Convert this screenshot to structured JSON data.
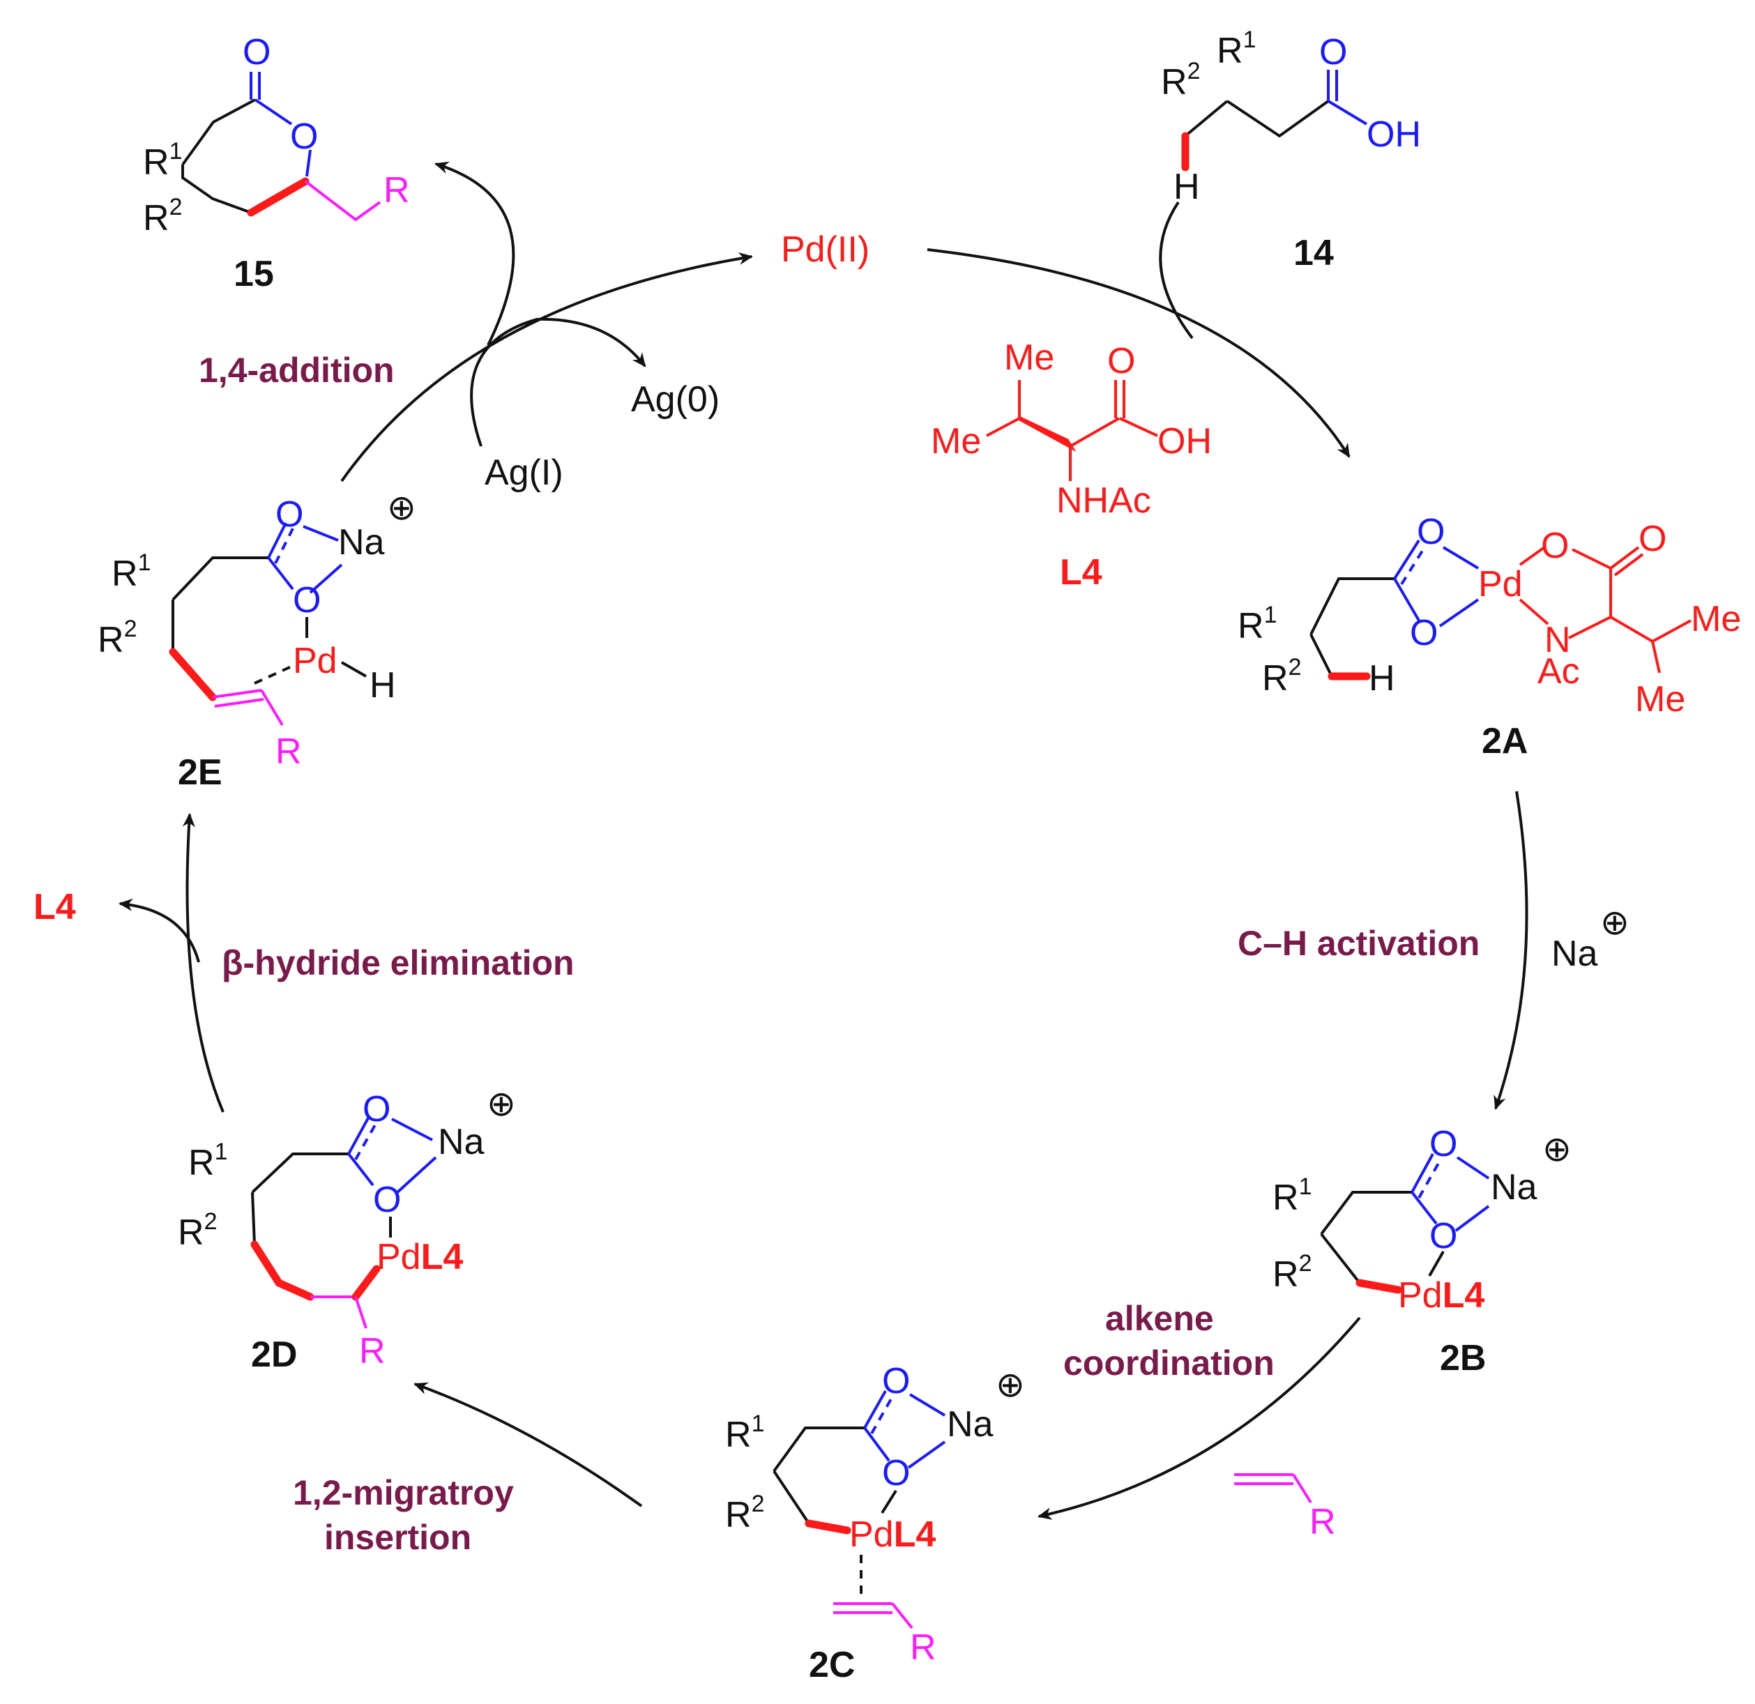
{
  "colors": {
    "black": "#111111",
    "blue": "#1a1aff",
    "red": "#ff1a1a",
    "magenta": "#ff1aff",
    "step": "#7a1a4a"
  },
  "steps": {
    "addition": "1,4-addition",
    "activation": "C–H activation",
    "coordination_1": "alkene",
    "coordination_2": "coordination",
    "insertion_1": "1,2-migratroy",
    "insertion_2": "insertion",
    "elimination": "β-hydride elimination"
  },
  "species": {
    "pd": "Pd(II)",
    "ag0": "Ag(0)",
    "ag1": "Ag(I)",
    "na": "Na",
    "l4_released": "L4"
  },
  "compounds": {
    "c15": "15",
    "c14": "14",
    "l4": "L4",
    "c2a": "2A",
    "c2b": "2B",
    "c2c": "2C",
    "c2d": "2D",
    "c2e": "2E"
  },
  "atoms": {
    "O": "O",
    "OH": "OH",
    "H": "H",
    "R": "R",
    "R1": "R",
    "R2": "R",
    "sup1": "1",
    "sup2": "2",
    "Me": "Me",
    "NHAc": "NHAc",
    "N": "N",
    "Ac": "Ac",
    "Pd": "Pd",
    "PdL4_pd": "Pd",
    "PdL4_l4": "L4",
    "Na": "Na"
  }
}
